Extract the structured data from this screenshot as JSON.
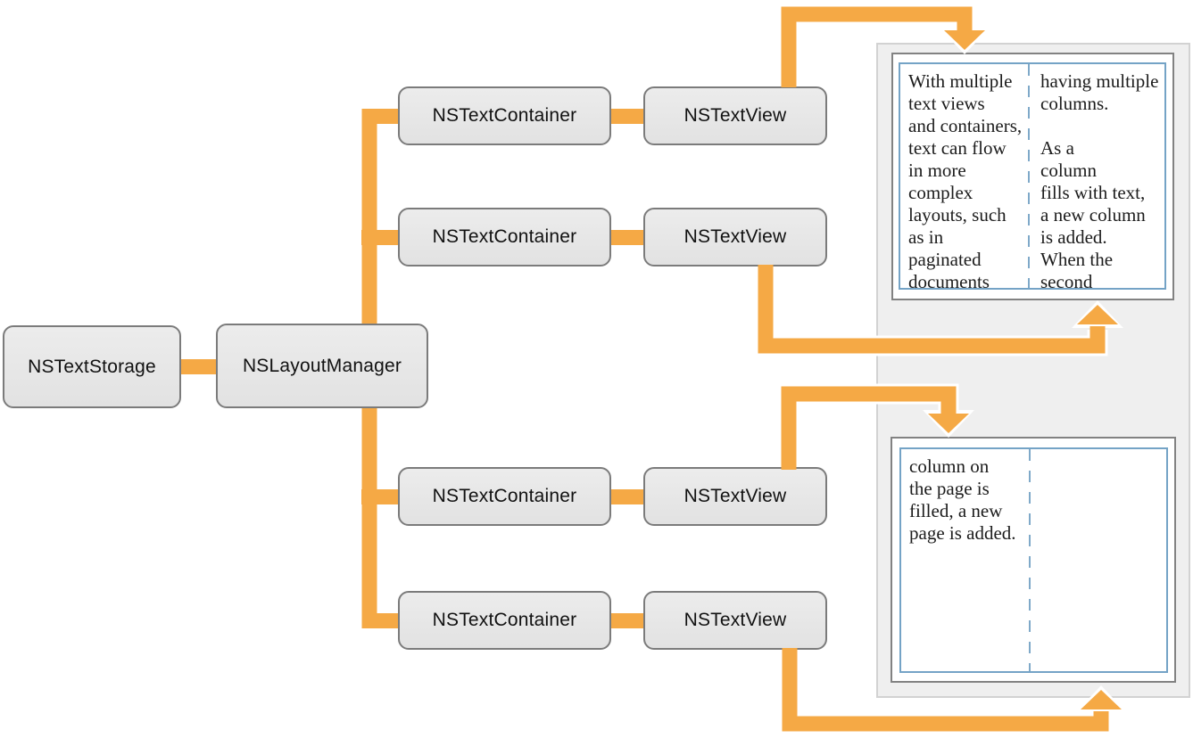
{
  "diagram": {
    "nodes": {
      "text_storage": "NSTextStorage",
      "layout_manager": "NSLayoutManager",
      "text_container": "NSTextContainer",
      "text_view": "NSTextView"
    },
    "pages": {
      "page1": {
        "left_column": "With multiple\ntext views\nand containers,\ntext can flow\nin more\ncomplex\nlayouts, such\nas in\npaginated\ndocuments",
        "right_column": "having multiple\ncolumns.\n\nAs a\ncolumn\nfills with text,\na new column\nis added.\nWhen the\nsecond"
      },
      "page2": {
        "left_column": "column on\nthe page is\nfilled, a new\npage is added.",
        "right_column": ""
      }
    },
    "colors": {
      "connector_orange": "#f5a945",
      "arrow_casing": "#ffffff",
      "node_fill": "#e7e7e7",
      "node_border": "#7b7b7b",
      "panel_fill": "#efefef",
      "panel_border": "#d2d2d2",
      "page_border": "#828282",
      "column_frame_blue": "#74a3c6",
      "column_divider_blue": "#7fa9c9",
      "text_color": "#1c1c1c"
    }
  }
}
